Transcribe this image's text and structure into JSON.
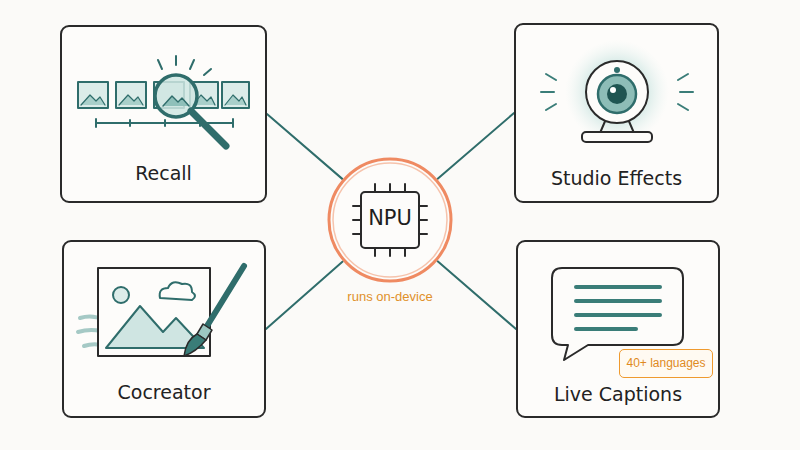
{
  "diagram": {
    "nodes": [
      {
        "text": [
          "Recall"
        ]
      },
      {
        "text": [
          "Studio Effects"
        ]
      },
      {
        "text": [
          "NPU",
          "runs on-device"
        ]
      },
      {
        "text": [
          "Cocreator"
        ]
      },
      {
        "text": [
          "Live Captions"
        ]
      },
      {
        "text": [
          "40+ languages"
        ],
        "in": 4
      }
    ],
    "edges": [
      {
        "from": 2,
        "to": 0,
        "arrow": "none"
      },
      {
        "from": 2,
        "to": 1,
        "arrow": "none"
      },
      {
        "from": 2,
        "to": 3,
        "arrow": "none"
      },
      {
        "from": 2,
        "to": 4,
        "arrow": "none"
      }
    ]
  }
}
